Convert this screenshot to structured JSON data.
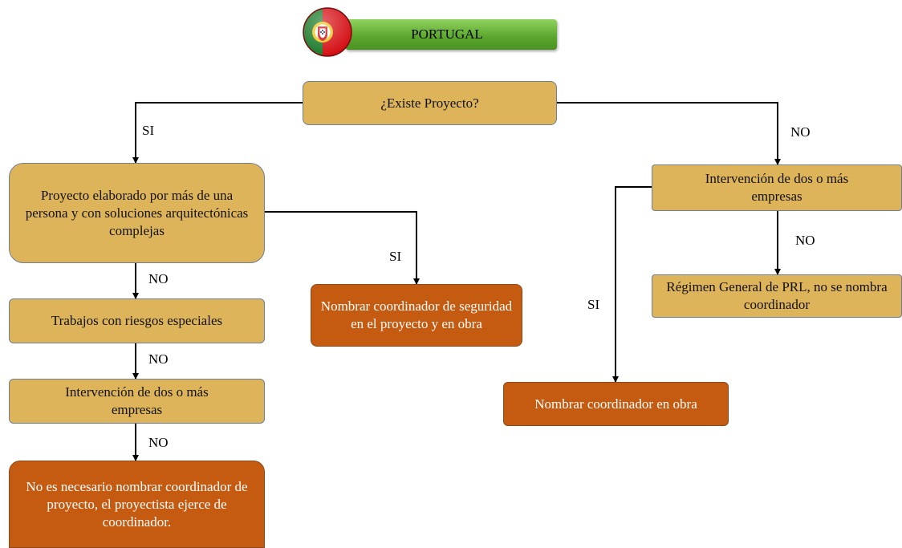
{
  "header": {
    "country": "PORTUGAL",
    "flag_icon": "portugal-flag-icon"
  },
  "nodes": {
    "existe_proyecto": "¿Existe Proyecto?",
    "proyecto_complejo": "Proyecto elaborado por más de una persona y con soluciones arquitectónicas complejas",
    "riesgos_especiales": "Trabajos con riesgos especiales",
    "intervencion_izq": "Intervención de dos o más empresas",
    "no_necesario": "No es necesario nombrar coordinador de proyecto, el proyectista ejerce de coordinador.",
    "coordinador_proyecto_obra": "Nombrar coordinador de seguridad en el proyecto y en obra",
    "intervencion_der": "Intervención de dos o más empresas",
    "regimen_general": "Régimen General de PRL, no se nombra coordinador",
    "coordinador_obra": "Nombrar coordinador en obra"
  },
  "edge_labels": {
    "si_1": "SI",
    "no_1": "NO",
    "no_2": "NO",
    "no_3": "NO",
    "no_4": "NO",
    "si_2": "SI",
    "no_5": "NO",
    "si_3": "SI"
  },
  "colors": {
    "decision": "#ddb45a",
    "action": "#c55a11",
    "banner": "#6cb23a"
  }
}
